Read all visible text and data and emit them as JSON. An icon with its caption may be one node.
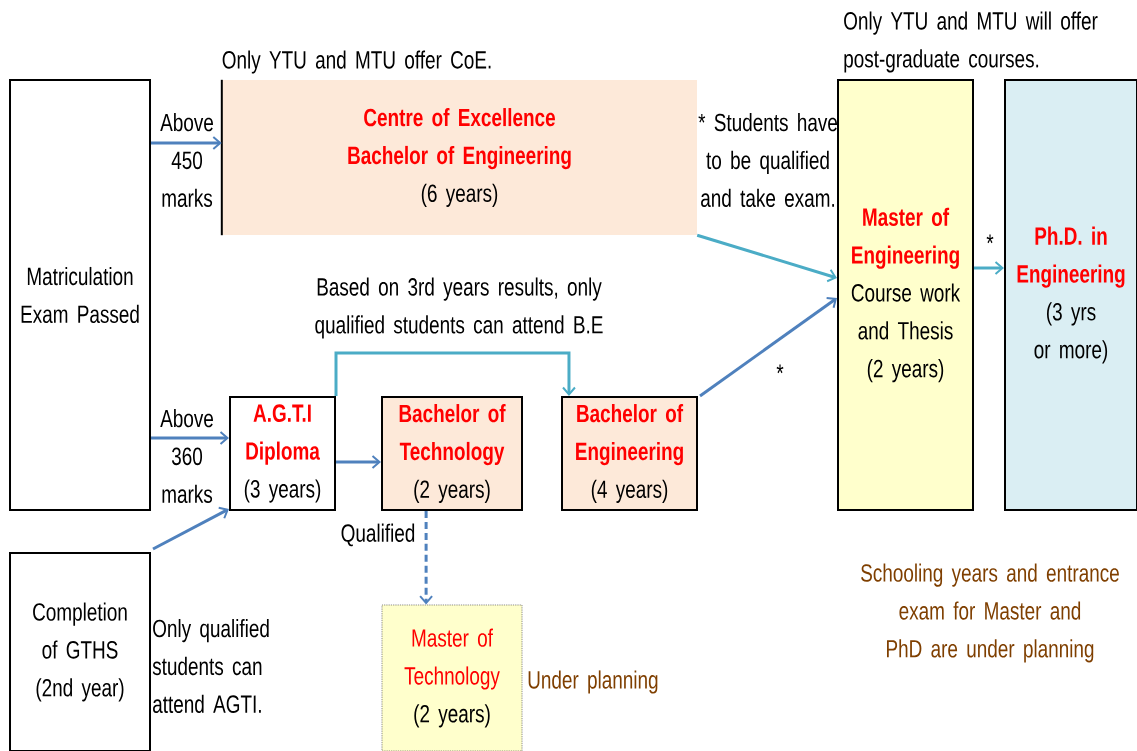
{
  "diagram": {
    "nodes": [
      {
        "text": [
          "Matriculation Exam Passed"
        ]
      },
      {
        "text": [
          "Centre of Excellence Bachelor of Engineering",
          "(6 years)"
        ],
        "beside": [
          "Only YTU and MTU offer CoE."
        ]
      },
      {
        "text": [
          "A.G.T.I Diploma",
          "(3 years)"
        ]
      },
      {
        "text": [
          "Bachelor of Technology",
          "(2 years)"
        ]
      },
      {
        "text": [
          "Bachelor of Engineering",
          "(4 years)"
        ]
      },
      {
        "text": [
          "Master of Engineering",
          "Course work and Thesis (2 years)"
        ],
        "beside": [
          "Only YTU and MTU will offer post-graduate courses."
        ]
      },
      {
        "text": [
          "Ph.D. in Engineering",
          "(3 yrs or more)"
        ]
      },
      {
        "text": [
          "Completion of GTHS (2nd year)"
        ],
        "beside": [
          "Only qualified students can attend AGTI."
        ]
      },
      {
        "text": [
          "Master of Technology",
          "(2 years)"
        ],
        "beside": [
          "Under planning"
        ]
      }
    ],
    "edges": [
      {
        "from": 0,
        "to": 1,
        "arrow": "to",
        "label": "Above 450 marks"
      },
      {
        "from": 0,
        "to": 2,
        "arrow": "to",
        "label": "Above 360 marks"
      },
      {
        "from": 7,
        "to": 2,
        "arrow": "to"
      },
      {
        "from": 2,
        "to": 3,
        "arrow": "to"
      },
      {
        "from": 2,
        "to": 4,
        "arrow": "to",
        "color": "#4bacc6",
        "label": "Based on 3rd years results, only qualified students can attend B.E"
      },
      {
        "from": 3,
        "to": 8,
        "arrow": "to",
        "style": "dashed",
        "label": "Qualified"
      },
      {
        "from": 1,
        "to": 5,
        "arrow": "to",
        "color": "#4bacc6",
        "label": "* Students have to be qualified and take exam."
      },
      {
        "from": 4,
        "to": 5,
        "arrow": "to",
        "label": "*"
      },
      {
        "from": 5,
        "to": 6,
        "arrow": "to",
        "color": "#4bacc6",
        "label": "*"
      }
    ],
    "labels": [
      "Schooling years and entrance exam for Master and PhD are under planning"
    ]
  }
}
